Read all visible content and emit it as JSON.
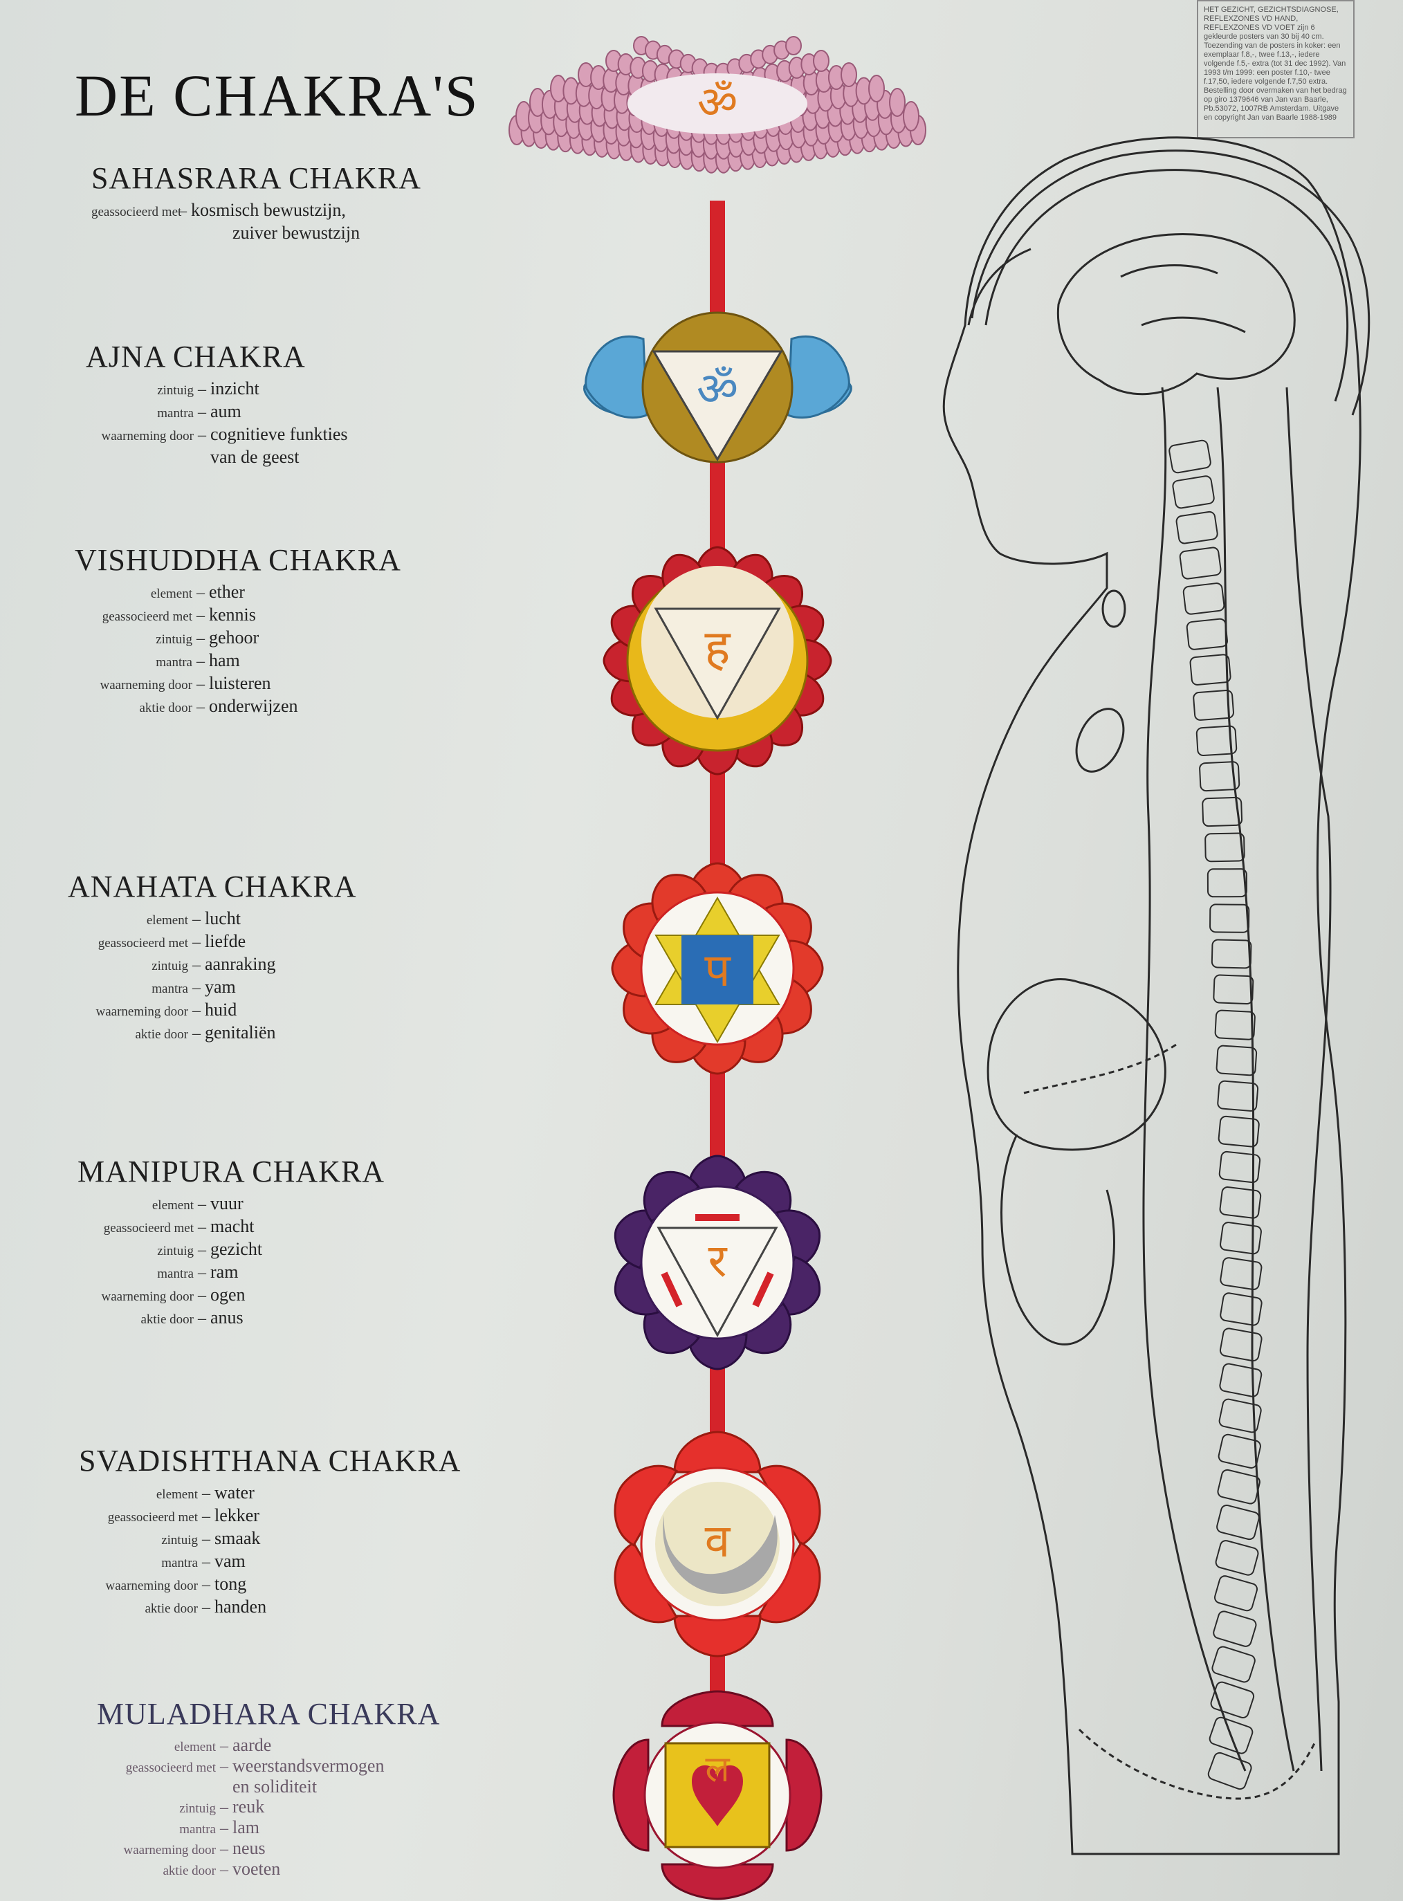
{
  "title": "DE CHAKRA'S",
  "publisher_note": "HET GEZICHT, GEZICHTSDIAGNOSE, REFLEXZONES VD HAND, REFLEXZONES VD VOET zijn 6 gekleurde posters van 30 bij 40 cm. Toezending van de posters in koker: een exemplaar f.8,-, twee f.13,-, iedere volgende f.5,- extra (tot 31 dec 1992). Van 1993 t/m 1999: een poster f.10,- twee f.17,50, iedere volgende f.7,50 extra. Bestelling door overmaken van het bedrag op giro 1379646 van Jan van Baarle, Pb.53072, 1007RB Amsterdam. Uitgave en copyright Jan van Baarle 1988-1989",
  "colors": {
    "spine": "#d4232a",
    "sahasrara": "#d9a0b8",
    "ajna_petals": "#5aa7d6",
    "ajna_ring": "#b08a22",
    "vishuddha_petals": "#c8232e",
    "vishuddha_ring": "#e8b81a",
    "anahata_petals": "#e23a2b",
    "anahata_star": "#e8cf2c",
    "anahata_center": "#2a6db5",
    "manipura_petals": "#4a2466",
    "svadhishthana_petals": "#e5302c",
    "svadhishthana_moon": "#a8a8a8",
    "muladhara_petals": "#c21f3a",
    "muladhara_square": "#e8c21c",
    "glyph": "#e07a20"
  },
  "glyphs": {
    "sahasrara": "ॐ",
    "ajna": "ॐ",
    "vishuddha": "ह",
    "anahata": "प",
    "manipura": "र",
    "svadhishthana": "व",
    "muladhara": "ल"
  },
  "chakras": [
    {
      "name": "SAHASRARA CHAKRA",
      "props": [
        {
          "label": "geassocieerd met",
          "value": "kosmisch bewustzijn,"
        },
        {
          "label": "",
          "value": "zuiver bewustzijn"
        }
      ]
    },
    {
      "name": "AJNA CHAKRA",
      "props": [
        {
          "label": "zintuig",
          "value": "inzicht"
        },
        {
          "label": "mantra",
          "value": "aum"
        },
        {
          "label": "waarneming door",
          "value": "cognitieve funkties"
        },
        {
          "label": "",
          "value": "van de geest"
        }
      ]
    },
    {
      "name": "VISHUDDHA CHAKRA",
      "props": [
        {
          "label": "element",
          "value": "ether"
        },
        {
          "label": "geassocieerd met",
          "value": "kennis"
        },
        {
          "label": "zintuig",
          "value": "gehoor"
        },
        {
          "label": "mantra",
          "value": "ham"
        },
        {
          "label": "waarneming door",
          "value": "luisteren"
        },
        {
          "label": "aktie door",
          "value": "onderwijzen"
        }
      ]
    },
    {
      "name": "ANAHATA CHAKRA",
      "props": [
        {
          "label": "element",
          "value": "lucht"
        },
        {
          "label": "geassocieerd met",
          "value": "liefde"
        },
        {
          "label": "zintuig",
          "value": "aanraking"
        },
        {
          "label": "mantra",
          "value": "yam"
        },
        {
          "label": "waarneming door",
          "value": "huid"
        },
        {
          "label": "aktie door",
          "value": "genitaliën"
        }
      ]
    },
    {
      "name": "MANIPURA CHAKRA",
      "props": [
        {
          "label": "element",
          "value": "vuur"
        },
        {
          "label": "geassocieerd met",
          "value": "macht"
        },
        {
          "label": "zintuig",
          "value": "gezicht"
        },
        {
          "label": "mantra",
          "value": "ram"
        },
        {
          "label": "waarneming door",
          "value": "ogen"
        },
        {
          "label": "aktie door",
          "value": "anus"
        }
      ]
    },
    {
      "name": "SVADISHTHANA CHAKRA",
      "props": [
        {
          "label": "element",
          "value": "water"
        },
        {
          "label": "geassocieerd met",
          "value": "lekker"
        },
        {
          "label": "zintuig",
          "value": "smaak"
        },
        {
          "label": "mantra",
          "value": "vam"
        },
        {
          "label": "waarneming door",
          "value": "tong"
        },
        {
          "label": "aktie door",
          "value": "handen"
        }
      ]
    },
    {
      "name": "MULADHARA CHAKRA",
      "props": [
        {
          "label": "element",
          "value": "aarde"
        },
        {
          "label": "geassocieerd met",
          "value": "weerstandsvermogen"
        },
        {
          "label": "",
          "value": "en soliditeit"
        },
        {
          "label": "zintuig",
          "value": "reuk"
        },
        {
          "label": "mantra",
          "value": "lam"
        },
        {
          "label": "waarneming door",
          "value": "neus"
        },
        {
          "label": "aktie door",
          "value": "voeten"
        }
      ]
    }
  ]
}
